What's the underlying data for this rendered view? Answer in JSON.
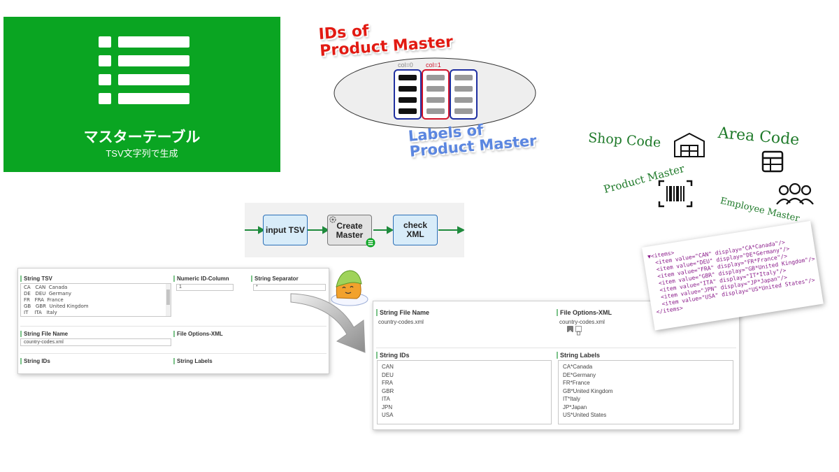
{
  "hero": {
    "title": "マスターテーブル",
    "subtitle": "TSV文字列で生成",
    "icon": "list-icon",
    "color": "#0aa522"
  },
  "diagram": {
    "ids_title_line1": "IDs of",
    "ids_title_line2": "Product Master",
    "labels_title_line1": "Labels of",
    "labels_title_line2": "Product Master",
    "col0": "col=0",
    "col1": "col=1"
  },
  "examples": {
    "shop_code": "Shop Code",
    "area_code": "Area Code",
    "product_master": "Product Master",
    "employee_master": "Employee Master"
  },
  "workflow": {
    "steps": [
      "input TSV",
      "Create Master",
      "check XML"
    ]
  },
  "config_form": {
    "tsv_label": "String TSV",
    "tsv_rows": [
      "CA   CAN  Canada",
      "DE   DEU  Germany",
      "FR   FRA  France",
      "GB   GBR  United Kingdom",
      "IT    ITA   Italy"
    ],
    "id_column_label": "Numeric ID-Column",
    "id_column_value": "1",
    "separator_label": "String Separator",
    "separator_value": "*",
    "file_name_label": "String File Name",
    "file_name_value": "country-codes.xml",
    "file_options_label": "File Options-XML",
    "ids_label": "String IDs",
    "labels_label": "String Labels"
  },
  "result_form": {
    "file_name_label": "String File Name",
    "file_name_value": "country-codes.xml",
    "file_options_label": "File Options-XML",
    "file_options_value": "country-codes.xml",
    "ids_label": "String IDs",
    "ids": [
      "CAN",
      "DEU",
      "FRA",
      "GBR",
      "ITA",
      "JPN",
      "USA"
    ],
    "labels_label": "String Labels",
    "labels": [
      "CA*Canada",
      "DE*Germany",
      "FR*France",
      "GB*United Kingdom",
      "IT*Italy",
      "JP*Japan",
      "US*United States"
    ]
  },
  "xml_snippet": {
    "lines": [
      "▼<items>",
      "  <item value=\"CAN\" display=\"CA*Canada\"/>",
      "  <item value=\"DEU\" display=\"DE*Germany\"/>",
      "  <item value=\"FRA\" display=\"FR*France\"/>",
      "  <item value=\"GBR\" display=\"GB*United Kingdom\"/>",
      "  <item value=\"ITA\" display=\"IT*Italy\"/>",
      "  <item value=\"JPN\" display=\"JP*Japan\"/>",
      "  <item value=\"USA\" display=\"US*United States\"/>",
      "</items>"
    ]
  }
}
